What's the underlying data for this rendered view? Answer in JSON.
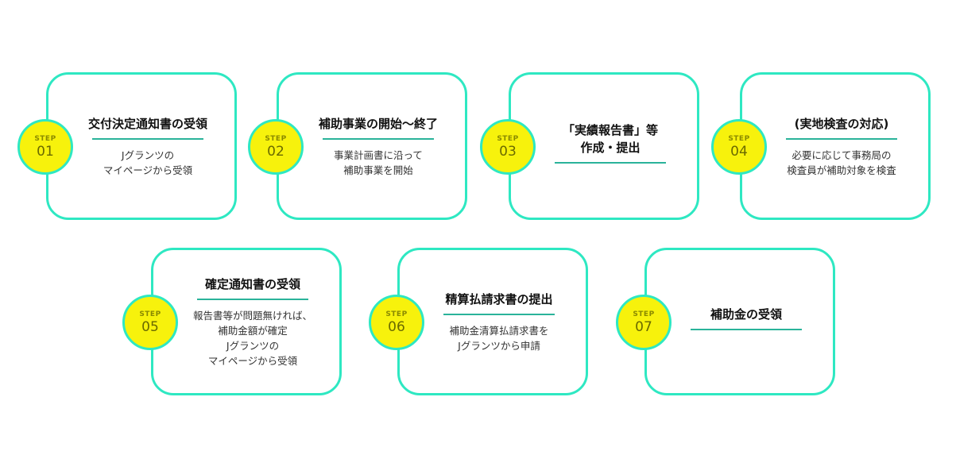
{
  "accent_color": "#2ee8c2",
  "badge_color": "#f7f20c",
  "steps": [
    {
      "label": "STEP",
      "num": "01",
      "title": "交付決定通知書の受領",
      "desc": "Jグランツの\nマイページから受領"
    },
    {
      "label": "STEP",
      "num": "02",
      "title": "補助事業の開始～終了",
      "desc": "事業計画書に沿って\n補助事業を開始"
    },
    {
      "label": "STEP",
      "num": "03",
      "title": "「実績報告書」等\n作成・提出",
      "desc": ""
    },
    {
      "label": "STEP",
      "num": "04",
      "title": "(実地検査の対応)",
      "desc": "必要に応じて事務局の\n検査員が補助対象を検査"
    },
    {
      "label": "STEP",
      "num": "05",
      "title": "確定通知書の受領",
      "desc": "報告書等が問題無ければ、\n補助金額が確定\nJグランツの\nマイページから受領"
    },
    {
      "label": "STEP",
      "num": "06",
      "title": "精算払請求書の提出",
      "desc": "補助金清算払請求書を\nJグランツから申請"
    },
    {
      "label": "STEP",
      "num": "07",
      "title": "補助金の受領",
      "desc": ""
    }
  ]
}
